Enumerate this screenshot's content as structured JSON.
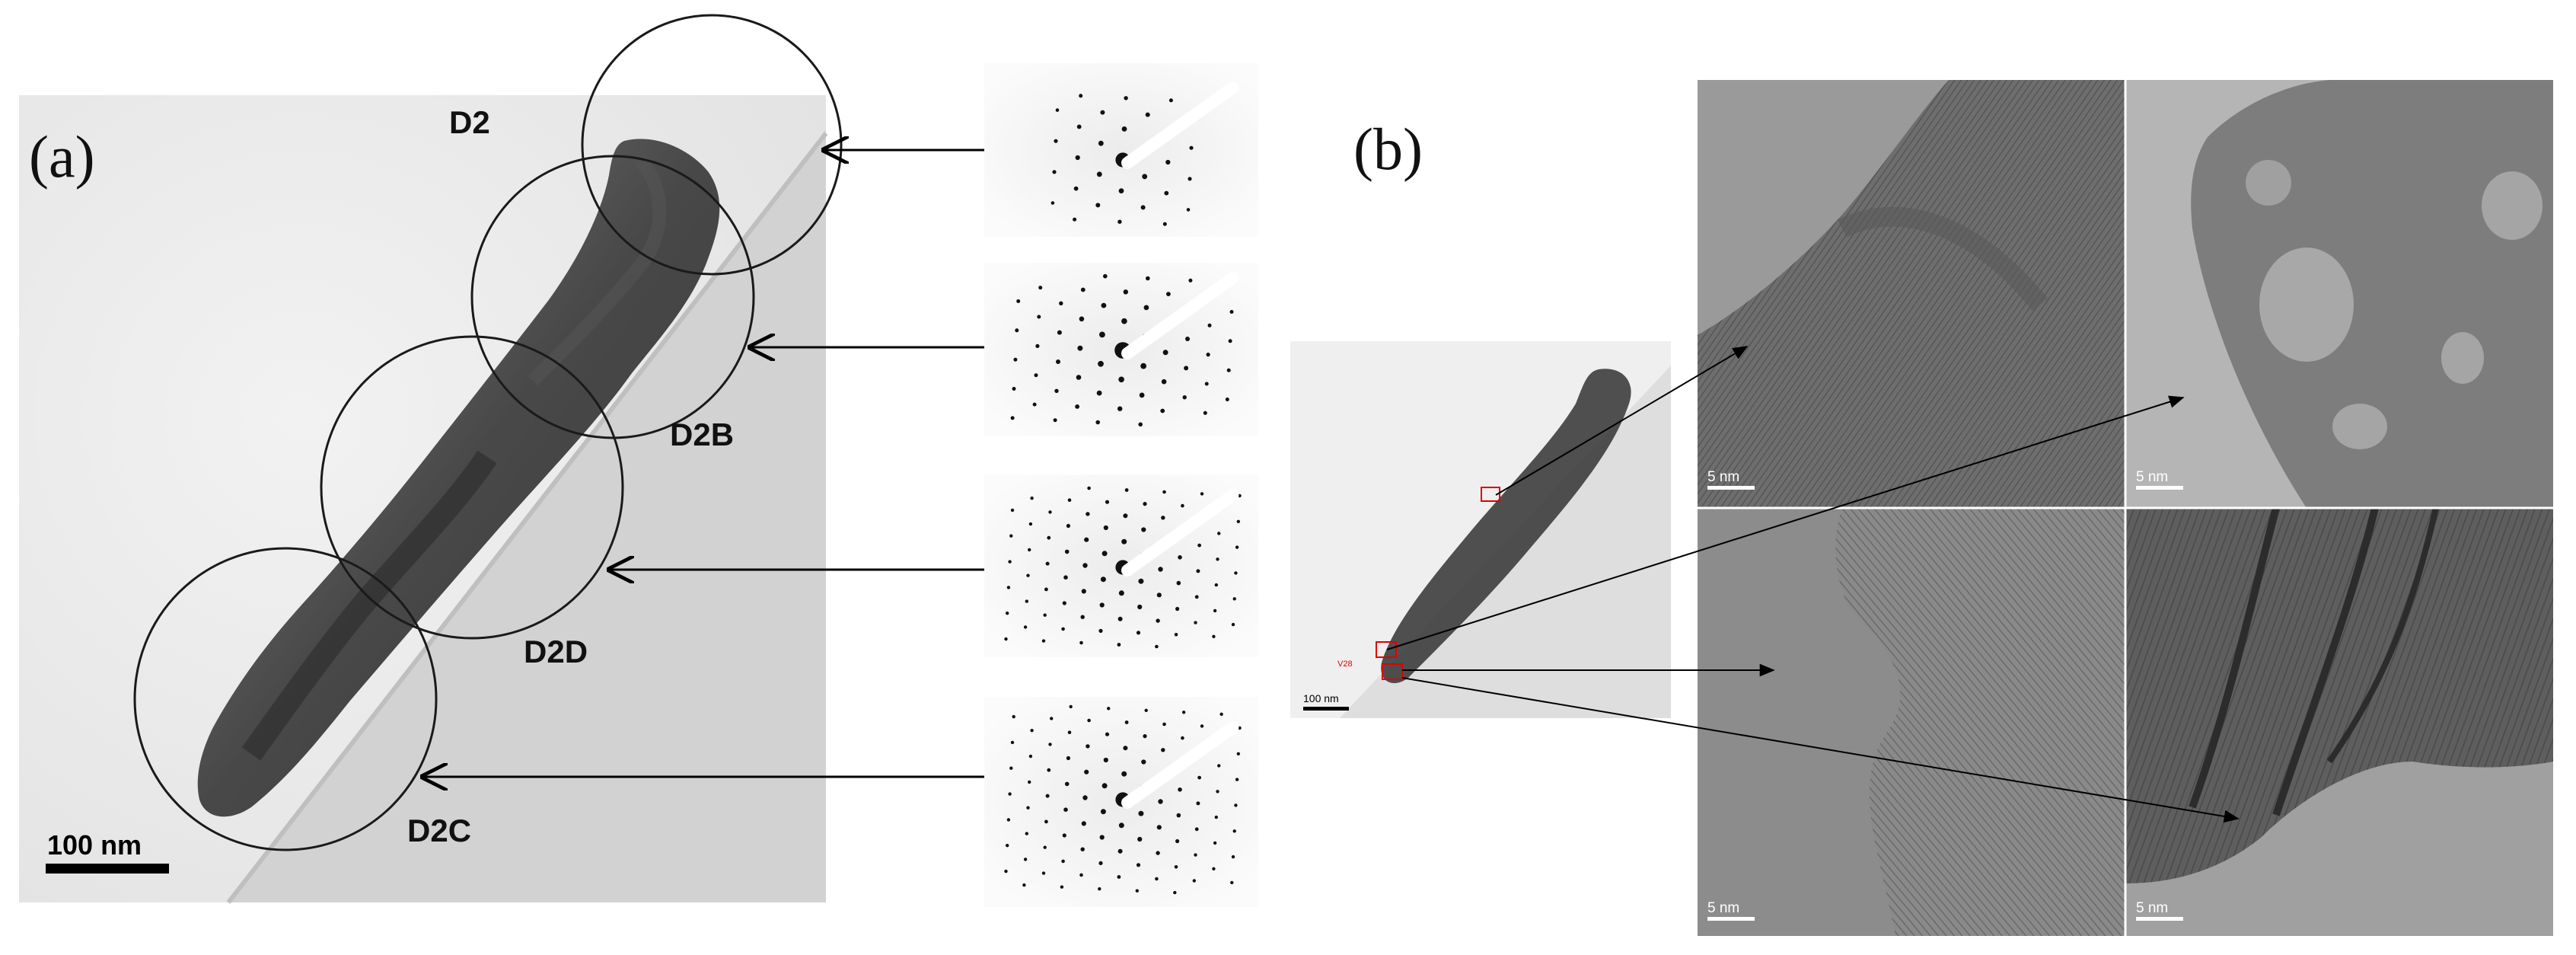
{
  "panel_a": {
    "label": "(a)",
    "scale_bar": "100 nm",
    "regions": [
      "D2",
      "D2B",
      "D2D",
      "D2C"
    ]
  },
  "panel_b": {
    "label": "(b)",
    "thumb_scale_bar": "100 nm",
    "thumb_markers": [
      "V28"
    ],
    "hrtem_scale_bars": [
      "5 nm",
      "5 nm",
      "5 nm",
      "5 nm"
    ]
  }
}
